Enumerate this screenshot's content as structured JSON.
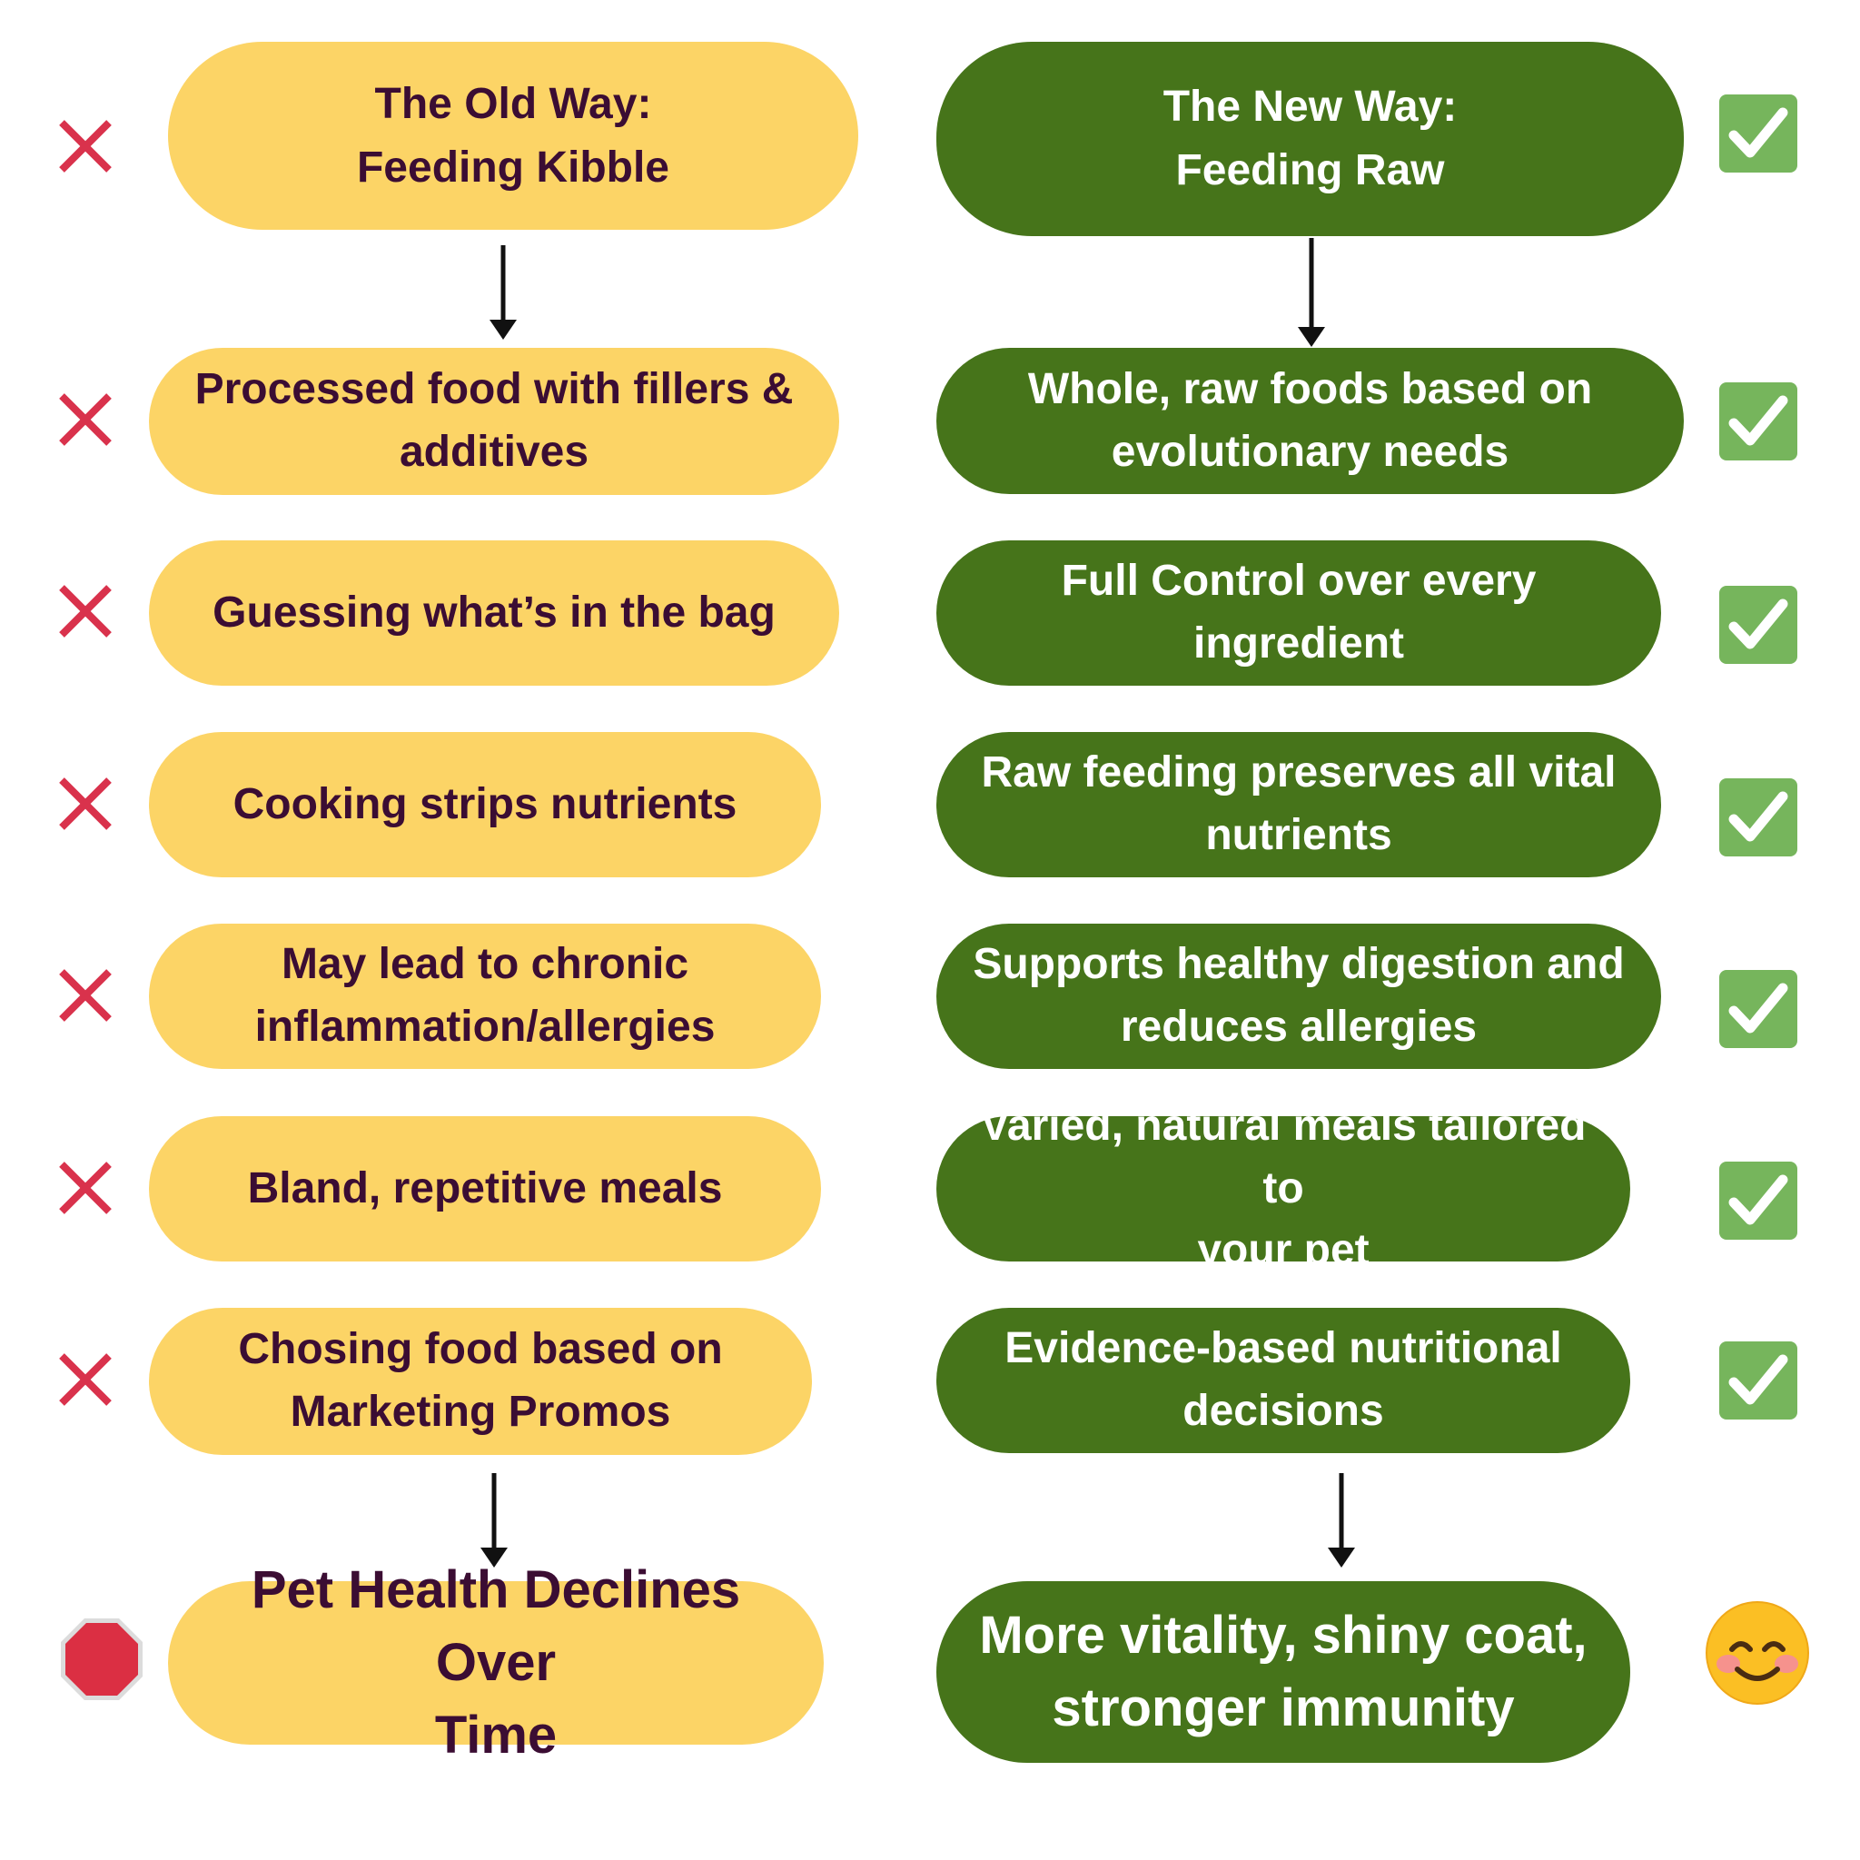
{
  "old_way": {
    "header_line1": "The Old Way:",
    "header_line2": "Feeding Kibble",
    "items": [
      "Processed food with fillers &\nadditives",
      "Guessing what’s in the bag",
      "Cooking strips nutrients",
      "May lead to chronic\ninflammation/allergies",
      "Bland, repetitive meals",
      "Chosing food based on\nMarketing Promos"
    ],
    "outcome": "Pet Health Declines Over\nTime"
  },
  "new_way": {
    "header_line1": "The New Way:",
    "header_line2": "Feeding Raw",
    "items": [
      "Whole, raw foods based on\nevolutionary needs",
      "Full Control over every ingredient",
      "Raw feeding preserves all vital\nnutrients",
      "Supports healthy digestion and\nreduces allergies",
      "Varied, natural meals tailored to\nyour pet",
      "Evidence-based nutritional\ndecisions"
    ],
    "outcome": "More vitality, shiny coat,\nstronger immunity"
  },
  "icons": {
    "old_marker": "x-mark-icon",
    "new_marker": "check-mark-button-icon",
    "old_outcome": "stop-sign-icon",
    "new_outcome": "smiling-face-icon"
  },
  "colors": {
    "old_fill": "#fcd466",
    "old_text": "#3b0d33",
    "new_fill": "#46741a",
    "new_text": "#ffffff",
    "x_mark": "#d9324c",
    "check_box": "#76b55c",
    "stop_sign": "#db2f43",
    "arrow": "#111111"
  }
}
